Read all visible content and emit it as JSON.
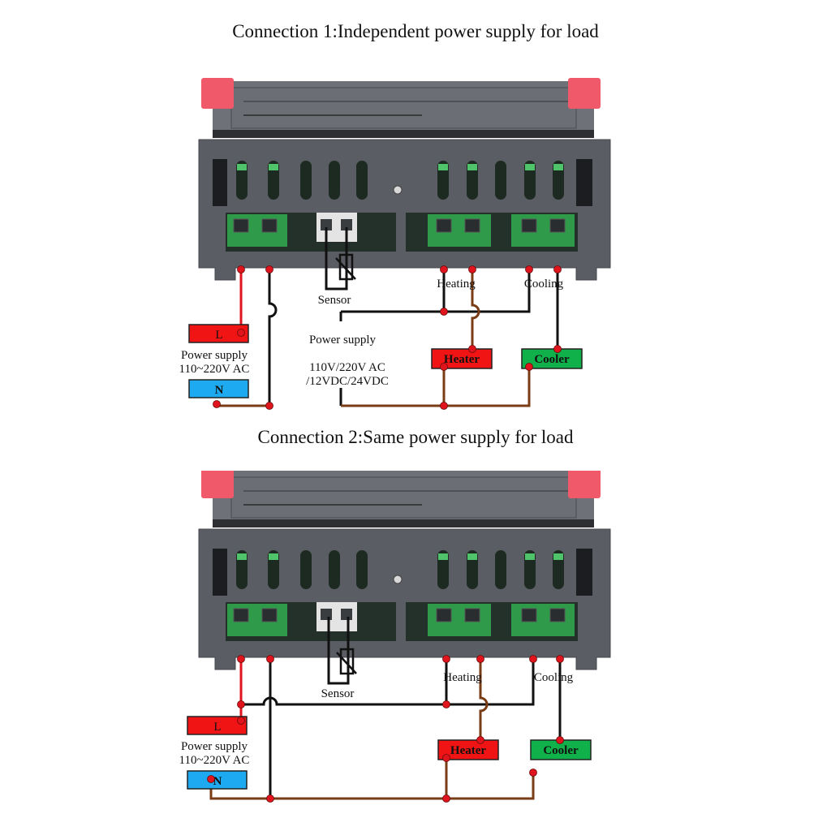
{
  "colors": {
    "housing": "#5a5d63",
    "housing_dark": "#3c3e43",
    "housing_light": "#6e7177",
    "latch": "#f0596a",
    "terminal_green": "#2f9a4a",
    "terminal_green_light": "#4fc46a",
    "wire_black": "#111111",
    "wire_red": "#e0141c",
    "wire_brown": "#7a3c14",
    "node_red": "#e0141c",
    "box_L": "#f01414",
    "box_N": "#1eaaf0",
    "box_heater": "#f01414",
    "box_cooler": "#10b04a"
  },
  "diagrams": [
    {
      "title": "Connection 1:Independent power supply for load",
      "labels": {
        "sensor": "Sensor",
        "heating": "Heating",
        "cooling": "Cooling",
        "line_box": "L",
        "neutral_box": "N",
        "power_supply": "Power supply",
        "power_rating": "110~220V AC",
        "load_supply_title": "Power supply",
        "load_supply_line1": "110V/220V AC",
        "load_supply_line2": "/12VDC/24VDC",
        "heater": "Heater",
        "cooler": "Cooler"
      }
    },
    {
      "title": "Connection 2:Same power supply for load",
      "labels": {
        "sensor": "Sensor",
        "heating": "Heating",
        "cooling": "Cooling",
        "line_box": "L",
        "neutral_box": "N",
        "power_supply": "Power supply",
        "power_rating": "110~220V AC",
        "heater": "Heater",
        "cooler": "Cooler"
      }
    }
  ]
}
